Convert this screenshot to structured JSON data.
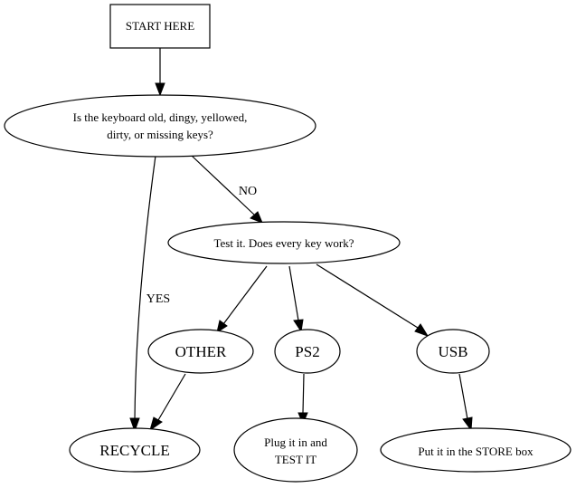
{
  "diagram": {
    "type": "flowchart",
    "nodes": {
      "start": {
        "shape": "box",
        "label": "START HERE"
      },
      "question_condition": {
        "shape": "ellipse",
        "lines": [
          "Is the keyboard old, dingy, yellowed,",
          "dirty, or missing keys?"
        ]
      },
      "question_test": {
        "shape": "ellipse",
        "label": "Test it. Does every key work?"
      },
      "other": {
        "shape": "ellipse",
        "label": "OTHER"
      },
      "ps2": {
        "shape": "ellipse",
        "label": "PS2"
      },
      "usb": {
        "shape": "ellipse",
        "label": "USB"
      },
      "recycle": {
        "shape": "ellipse",
        "label": "RECYCLE"
      },
      "plug_test": {
        "shape": "ellipse",
        "lines": [
          "Plug it in and",
          "TEST IT"
        ]
      },
      "store": {
        "shape": "ellipse",
        "label": "Put it in the STORE box"
      }
    },
    "edges": [
      {
        "from": "start",
        "to": "question_condition",
        "label": ""
      },
      {
        "from": "question_condition",
        "to": "question_test",
        "label": "NO"
      },
      {
        "from": "question_condition",
        "to": "recycle",
        "label": "YES"
      },
      {
        "from": "question_test",
        "to": "other",
        "label": ""
      },
      {
        "from": "question_test",
        "to": "ps2",
        "label": ""
      },
      {
        "from": "question_test",
        "to": "usb",
        "label": ""
      },
      {
        "from": "other",
        "to": "recycle",
        "label": ""
      },
      {
        "from": "ps2",
        "to": "plug_test",
        "label": ""
      },
      {
        "from": "usb",
        "to": "store",
        "label": ""
      }
    ],
    "edge_labels": {
      "no": "NO",
      "yes": "YES"
    }
  }
}
